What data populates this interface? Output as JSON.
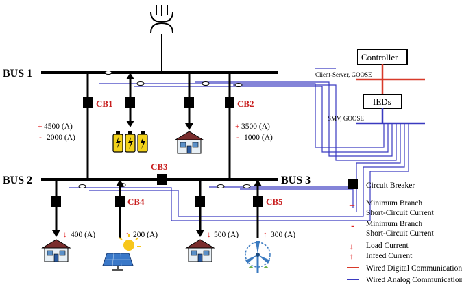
{
  "buses": {
    "bus1": "BUS 1",
    "bus2": "BUS 2",
    "bus3": "BUS 3"
  },
  "breakers": {
    "cb1": "CB1",
    "cb2": "CB2",
    "cb3": "CB3",
    "cb4": "CB4",
    "cb5": "CB5"
  },
  "currents": {
    "cb1_plus": "4500 (A)",
    "cb1_minus": "2000 (A)",
    "cb2_plus": "3500 (A)",
    "cb2_minus": "1000 (A)",
    "load1": "400 (A)",
    "solar": "200 (A)",
    "load2": "500 (A)",
    "wind": "300 (A)"
  },
  "comm": {
    "controller": "Controller",
    "ieds": "IEDs",
    "client_server": "Client-Server, GOOSE",
    "smv": "SMV, GOOSE"
  },
  "legend": {
    "circuit_breaker": "Circuit Breaker",
    "min_branch_1": "Minimum Branch",
    "min_branch_2": "Short-Circuit Current",
    "max_branch_1": "Minimum Branch",
    "max_branch_2": "Short-Circuit Current",
    "load_current": "Load Current",
    "infeed_current": "Infeed Current",
    "wired_digital": "Wired Digital Communication",
    "wired_analog": "Wired Analog Communication"
  },
  "colors": {
    "digital": "#d83a2a",
    "analog": "#3a3ac0",
    "breaker_label": "#c81e1e",
    "arrow_red": "#e02020"
  }
}
